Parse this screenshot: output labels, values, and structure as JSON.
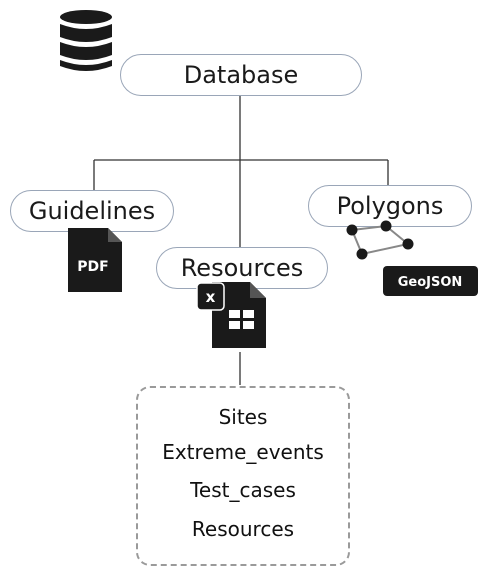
{
  "nodes": {
    "database": "Database",
    "guidelines": "Guidelines",
    "polygons": "Polygons",
    "resources": "Resources"
  },
  "icons": {
    "pdf_label": "PDF",
    "geojson_label": "GeoJSON",
    "excel_letter": "x"
  },
  "resource_list": [
    "Sites",
    "Extreme_events",
    "Test_cases",
    "Resources"
  ],
  "colors": {
    "node_border": "#9aa6b8",
    "connector": "#333333",
    "icon_dark": "#1a1a1a",
    "dashed_border": "#9a9a9a"
  }
}
